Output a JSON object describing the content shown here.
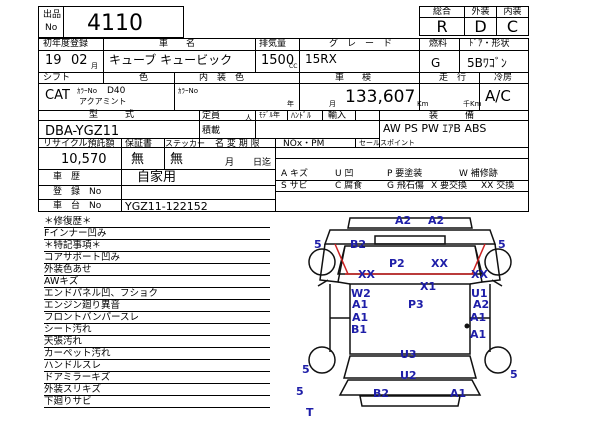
{
  "lot": {
    "label_top": "出品",
    "label_bottom": "No",
    "number": "4110"
  },
  "scores": {
    "labels": [
      "総合",
      "外装",
      "内装"
    ],
    "values": [
      "R",
      "D",
      "C"
    ]
  },
  "header_labels": {
    "first_reg": "初年度登録",
    "car_name": "車　　名",
    "displacement": "排気量",
    "grade": "グ　レ　ー　ド",
    "fuel": "燃料",
    "door_shape": "ﾄﾞｱ・形状",
    "shift": "シフト",
    "color": "色",
    "interior": "内　装　色",
    "inspection": "車　　検",
    "mileage": "走　行",
    "ac": "冷房",
    "model": "型　　　式",
    "capacity": "定員",
    "change_mark": "ﾓﾃﾞﾙ年",
    "handle": "ﾊﾝﾄﾞﾙ",
    "import": "輸入",
    "equipment": "装　　　備",
    "load": "積載",
    "recycle": "リサイクル預託額",
    "warranty": "保証書",
    "sticker": "ステッカー",
    "name_change": "名 変 期 限",
    "nox": "NOx・PM",
    "sales_point": "セールスポイント",
    "history": "車　歴",
    "reg_no": "登　録　No",
    "chassis_no": "車　台　No"
  },
  "vehicle": {
    "reg_year": "19",
    "reg_month": "02",
    "month_suffix": "月",
    "name": "キューブ キュービック",
    "cc": "1500",
    "cc_unit": "CC",
    "grade": "15RX",
    "fuel": "G",
    "door": "5Bﾜｺﾞﾝ",
    "shift": "CAT",
    "color_no_label": "ｶﾗｰNo",
    "color_no": "D40",
    "color_name": "アクアミント",
    "interior_no_label": "ｶﾗｰNo",
    "insp_year_unit": "年",
    "insp_month_unit": "月",
    "mileage": "133,607",
    "mileage_unit": "Km",
    "mileage_unit2": "千Km",
    "ac": "A/C",
    "model": "DBA-YGZ11",
    "person_unit": "人",
    "equipment": "AW PS PW ｴｱB ABS",
    "recycle": "10,570",
    "warranty": "無",
    "sticker": "無",
    "name_month": "月",
    "name_day": "日迄",
    "history": "自家用",
    "chassis": "YGZ11-122152"
  },
  "legend": [
    [
      "A キズ",
      "U 凹",
      "P 要塗装",
      "W 補修跡"
    ],
    [
      "S サビ",
      "C 腐食",
      "G 飛石傷",
      "X 要交換",
      "XX 交換"
    ]
  ],
  "notes": [
    "＊修復歴＊",
    "Fインナー凹み",
    "＊特記事項＊",
    "コアサポート凹み",
    "外装色あせ",
    "AWキズ",
    "エンドパネル凹、フショク",
    "エンジン廻り異音",
    "フロントバンパースレ",
    "シート汚れ",
    "天張汚れ",
    "カーペット汚れ",
    "ハンドルスレ",
    "ドアミラーキズ",
    "外装スリキズ",
    "下廻りサビ"
  ],
  "diagram": {
    "marks": [
      "A2",
      "A2",
      "5",
      "B2",
      "5",
      "P2",
      "XX",
      "XX",
      "XX",
      "XX",
      "W2",
      "X1",
      "U1",
      "A1",
      "P3",
      "A2",
      "A1",
      "A1",
      "B1",
      "A1",
      "U3",
      "5",
      "U2",
      "5",
      "B2",
      "A1",
      "5",
      "T"
    ]
  }
}
